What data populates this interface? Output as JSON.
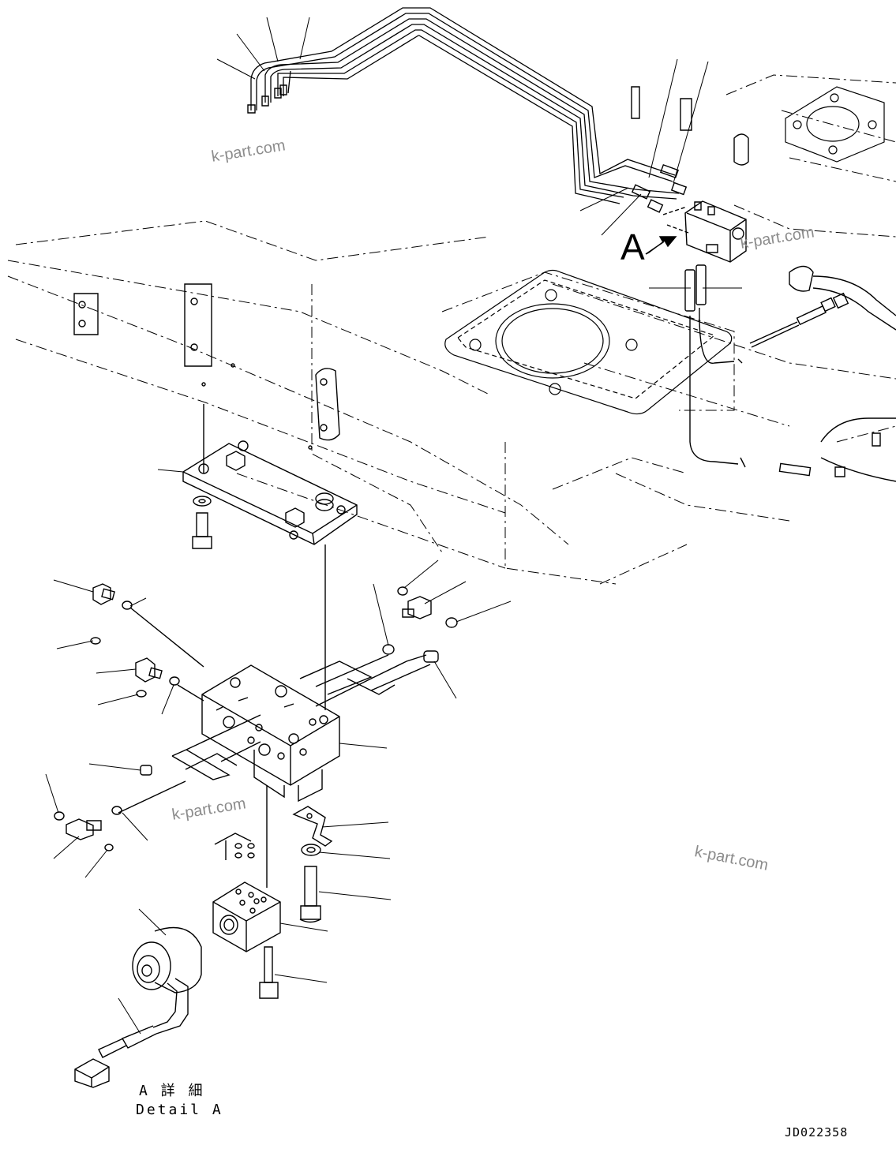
{
  "view_marker": "A",
  "detail": {
    "jp": "A 詳 細",
    "en": "Detail A"
  },
  "drawing_code": "JD022358",
  "watermarks": [
    "k-part.com",
    "k-part.com",
    "k-part.com",
    "k-part.com"
  ],
  "colors": {
    "line": "#000000",
    "watermark": "#8c8c8c",
    "background": "#ffffff"
  }
}
